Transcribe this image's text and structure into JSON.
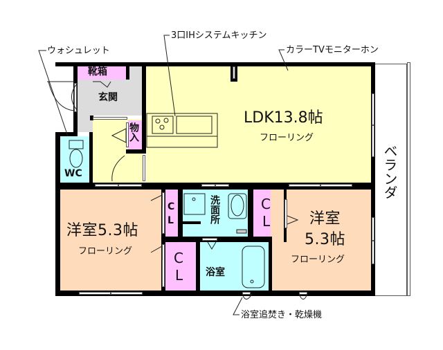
{
  "floorplan": {
    "colors": {
      "ldk": "#ffffc0",
      "western_room": "#fedcbb",
      "wet_area": "#c0ffff",
      "closet": "#ffc0ff",
      "entrance": "#dcdcdc",
      "wall": "#000000"
    },
    "rooms": {
      "ldk": {
        "name": "LDK13.8帖",
        "floor": "フローリング"
      },
      "western_left": {
        "name": "洋室5.3帖",
        "floor": "フローリング"
      },
      "western_right": {
        "name_line1": "洋室",
        "name_line2": "5.3帖",
        "floor": "フローリング"
      },
      "veranda": {
        "name": "ベランダ"
      },
      "wc": {
        "name": "WC"
      },
      "entrance": {
        "name": "玄関"
      },
      "shoe_box": {
        "name": "靴箱"
      },
      "storage": {
        "name": "物入"
      },
      "washroom": {
        "name": "洗面所"
      },
      "bathroom": {
        "name": "浴室"
      },
      "closet_a": {
        "name_line1": "C",
        "name_line2": "L"
      },
      "closet_b": {
        "name_line1": "C",
        "name_line2": "L"
      },
      "closet_c": {
        "name_line1": "C",
        "name_line2": "L"
      }
    },
    "annotations": {
      "kitchen": "3口IHシステムキッチン",
      "intercom": "カラーTVモニターホン",
      "washlet": "ウォシュレット",
      "bath": "浴室追焚き・乾燥機"
    }
  }
}
